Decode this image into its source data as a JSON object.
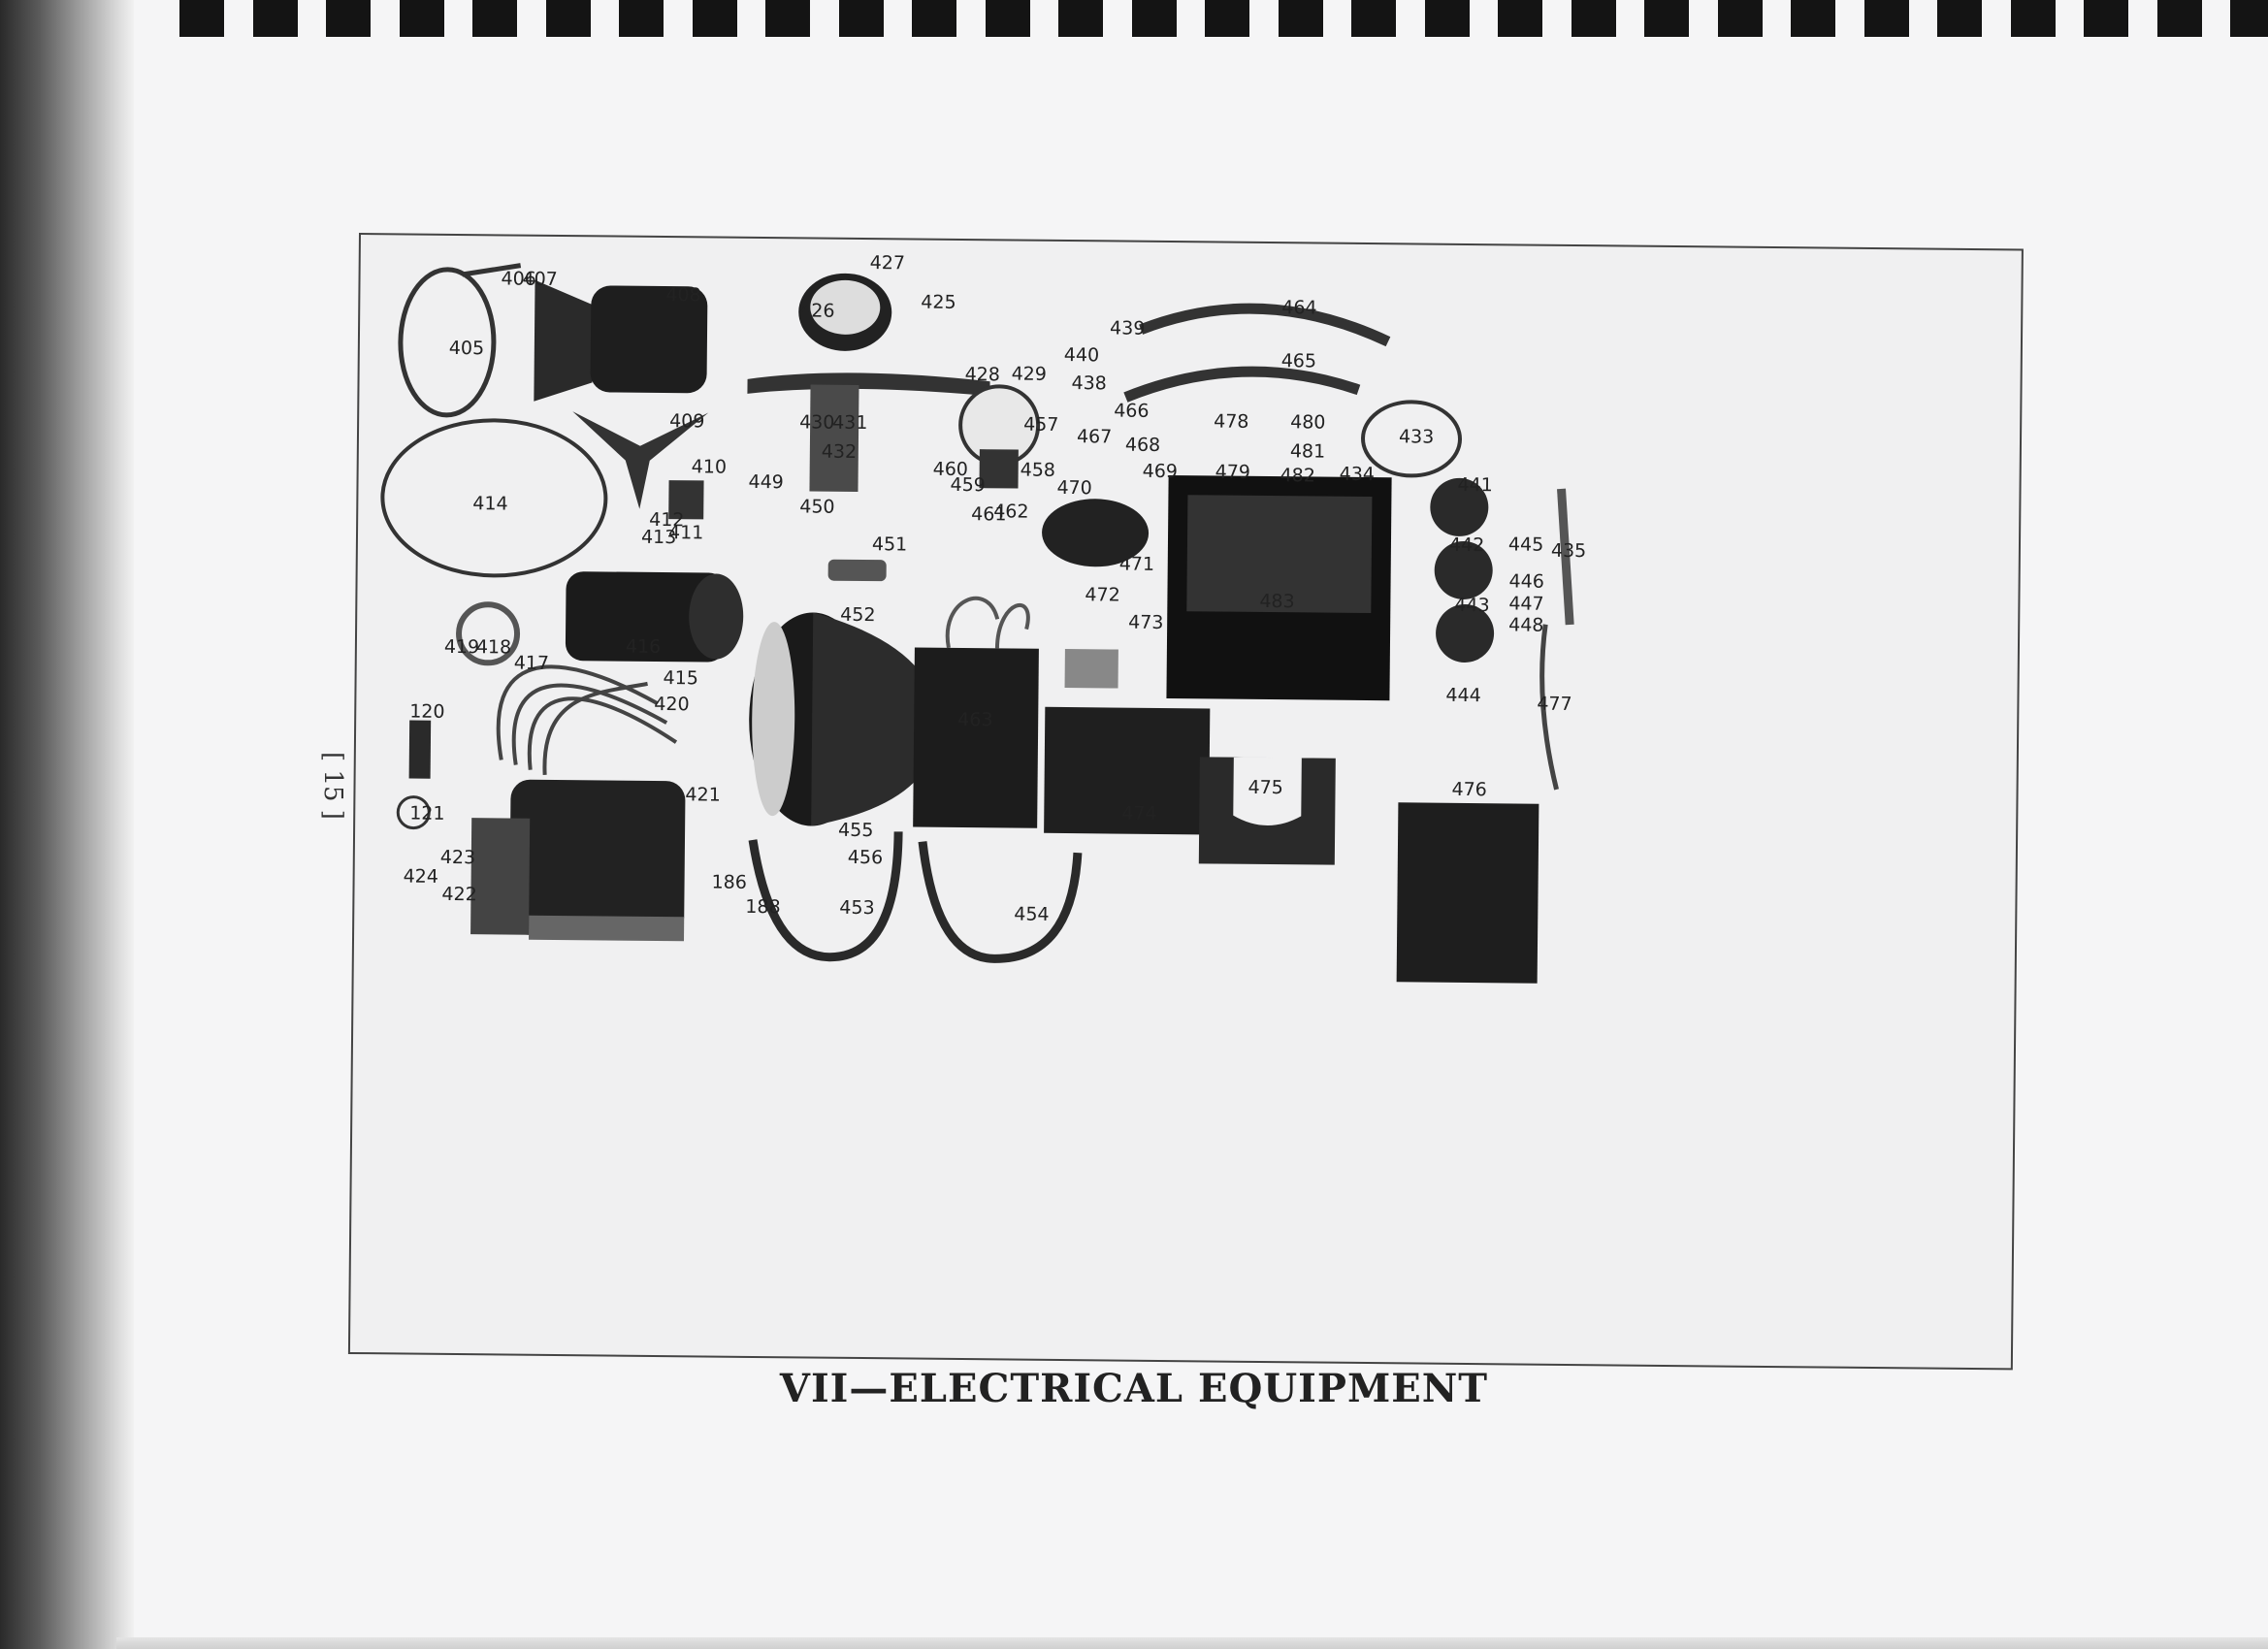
{
  "page": {
    "page_number": "[ 15 ]",
    "caption": "VII—ELECTRICAL EQUIPMENT"
  },
  "figure": {
    "parts": [
      {
        "id": "405"
      },
      {
        "id": "406"
      },
      {
        "id": "407"
      },
      {
        "id": "408"
      },
      {
        "id": "409"
      },
      {
        "id": "410"
      },
      {
        "id": "411"
      },
      {
        "id": "412"
      },
      {
        "id": "413"
      },
      {
        "id": "414"
      },
      {
        "id": "415"
      },
      {
        "id": "416"
      },
      {
        "id": "417"
      },
      {
        "id": "418"
      },
      {
        "id": "419"
      },
      {
        "id": "420"
      },
      {
        "id": "421"
      },
      {
        "id": "422"
      },
      {
        "id": "423"
      },
      {
        "id": "424"
      },
      {
        "id": "120"
      },
      {
        "id": "121"
      },
      {
        "id": "186"
      },
      {
        "id": "188"
      },
      {
        "id": "425"
      },
      {
        "id": "426"
      },
      {
        "id": "427"
      },
      {
        "id": "428"
      },
      {
        "id": "429"
      },
      {
        "id": "430"
      },
      {
        "id": "431"
      },
      {
        "id": "432"
      },
      {
        "id": "433"
      },
      {
        "id": "434"
      },
      {
        "id": "435"
      },
      {
        "id": "438"
      },
      {
        "id": "439"
      },
      {
        "id": "440"
      },
      {
        "id": "441"
      },
      {
        "id": "442"
      },
      {
        "id": "443"
      },
      {
        "id": "444"
      },
      {
        "id": "445"
      },
      {
        "id": "446"
      },
      {
        "id": "447"
      },
      {
        "id": "448"
      },
      {
        "id": "449"
      },
      {
        "id": "450"
      },
      {
        "id": "451"
      },
      {
        "id": "452"
      },
      {
        "id": "453"
      },
      {
        "id": "454"
      },
      {
        "id": "455"
      },
      {
        "id": "456"
      },
      {
        "id": "457"
      },
      {
        "id": "458"
      },
      {
        "id": "459"
      },
      {
        "id": "460"
      },
      {
        "id": "461"
      },
      {
        "id": "462"
      },
      {
        "id": "463"
      },
      {
        "id": "464"
      },
      {
        "id": "465"
      },
      {
        "id": "466"
      },
      {
        "id": "467"
      },
      {
        "id": "468"
      },
      {
        "id": "469"
      },
      {
        "id": "470"
      },
      {
        "id": "471"
      },
      {
        "id": "472"
      },
      {
        "id": "473"
      },
      {
        "id": "474"
      },
      {
        "id": "475"
      },
      {
        "id": "476"
      },
      {
        "id": "477"
      },
      {
        "id": "478"
      },
      {
        "id": "479"
      },
      {
        "id": "480"
      },
      {
        "id": "481"
      },
      {
        "id": "482"
      },
      {
        "id": "483"
      }
    ]
  }
}
